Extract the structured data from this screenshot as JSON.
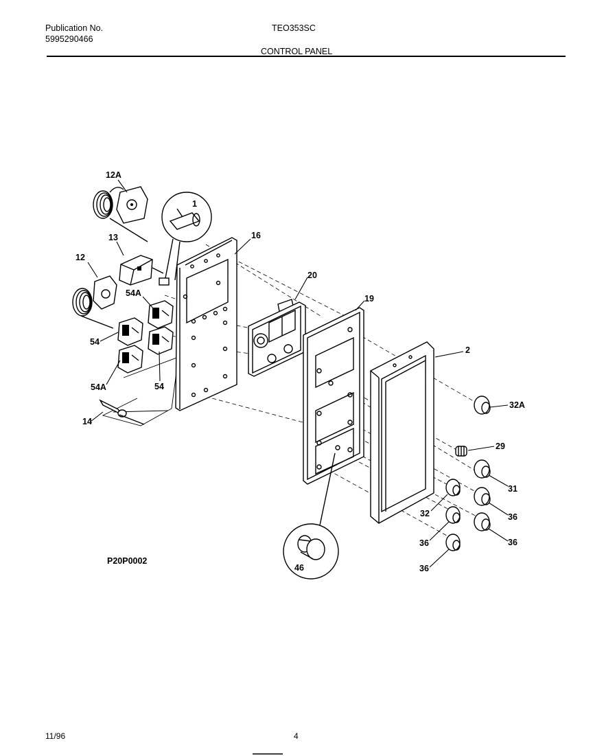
{
  "header": {
    "publication_label": "Publication No.",
    "publication_number": "5995290466",
    "model": "TEO353SC",
    "section": "CONTROL PANEL"
  },
  "diagram": {
    "drawing_code": "P20P0002",
    "parts": [
      "12A",
      "1",
      "13",
      "16",
      "12",
      "20",
      "19",
      "54A",
      "54",
      "54A",
      "54",
      "2",
      "32A",
      "14",
      "29",
      "31",
      "32",
      "36",
      "36",
      "36",
      "36",
      "46"
    ]
  },
  "footer": {
    "date": "11/96",
    "page": "4"
  }
}
